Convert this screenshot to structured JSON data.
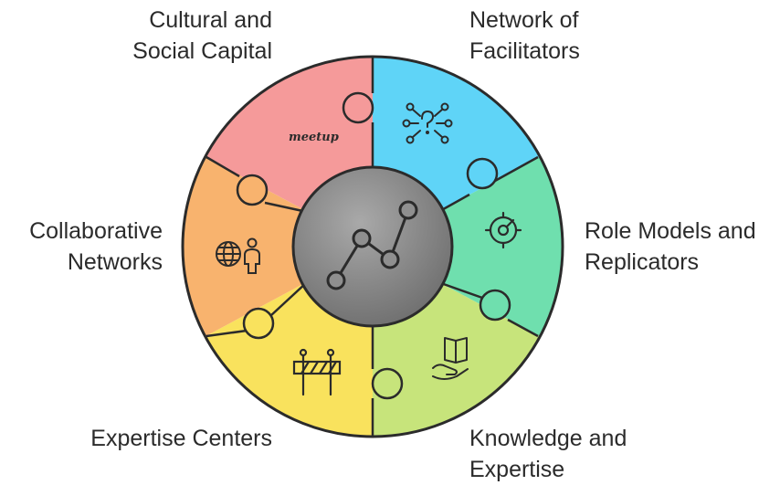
{
  "labels": {
    "cultural": {
      "line1": "Cultural and",
      "line2": "Social Capital"
    },
    "network": {
      "line1": "Network of",
      "line2": "Facilitators"
    },
    "collaborative": {
      "line1": "Collaborative",
      "line2": "Networks"
    },
    "role": {
      "line1": "Role Models and",
      "line2": "Replicators"
    },
    "expertise_centers": {
      "line1": "Expertise Centers"
    },
    "knowledge": {
      "line1": "Knowledge and",
      "line2": "Expertise"
    }
  },
  "icon_text": {
    "meetup": "meetup"
  },
  "colors": {
    "cultural": "#f59a9a",
    "network": "#5fd4f7",
    "role": "#6fdfae",
    "knowledge": "#c7e47b",
    "expertise_centers": "#f9e25d",
    "collaborative": "#f8b36e",
    "hub": "#8f8f8f",
    "stroke": "#2b2b2b"
  }
}
